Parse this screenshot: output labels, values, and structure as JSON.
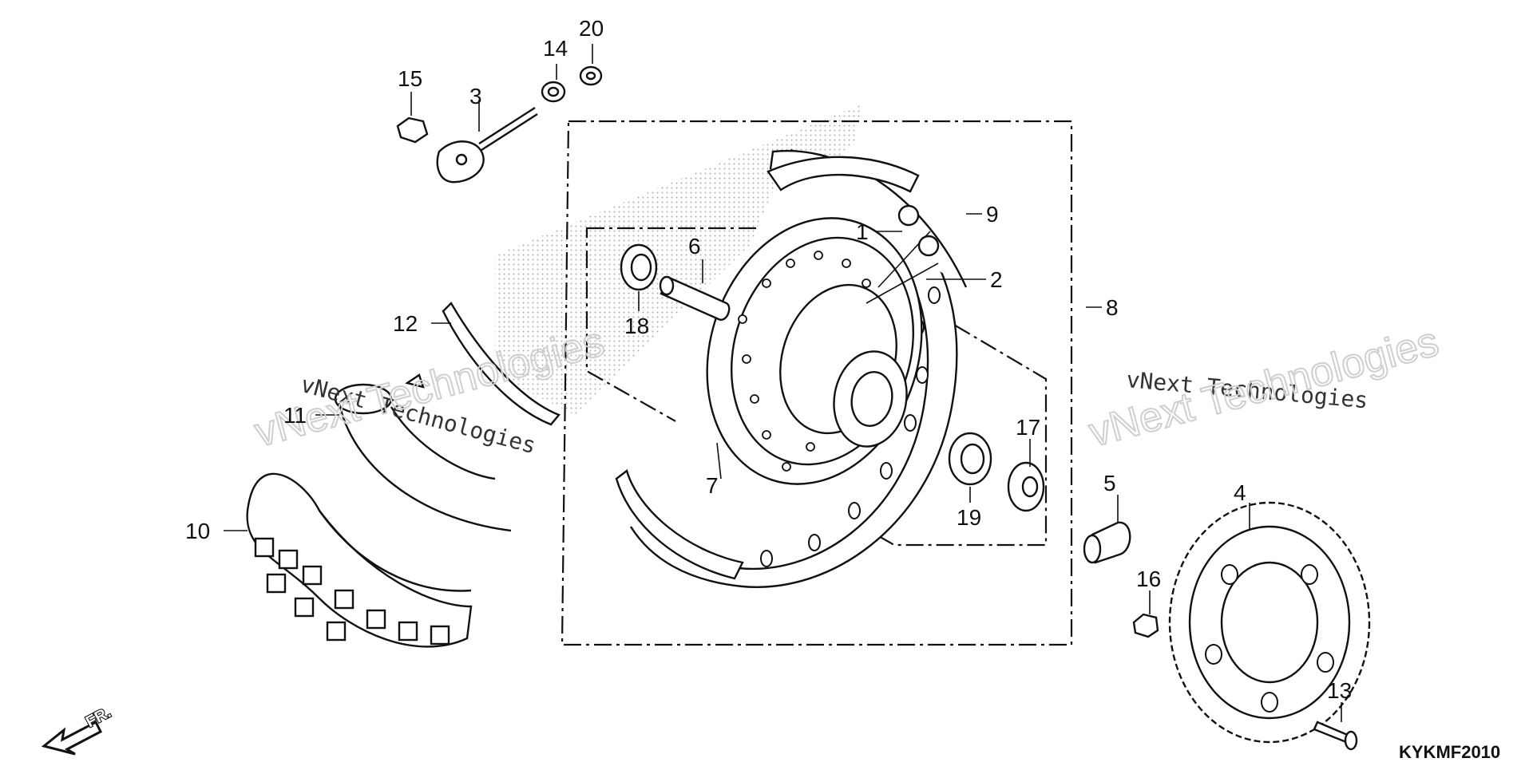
{
  "callouts": {
    "c1": "1",
    "c2": "2",
    "c3": "3",
    "c4": "4",
    "c5": "5",
    "c6": "6",
    "c7": "7",
    "c8": "8",
    "c9": "9",
    "c10": "10",
    "c11": "11",
    "c12": "12",
    "c13": "13",
    "c14": "14",
    "c15": "15",
    "c16": "16",
    "c17": "17",
    "c18": "18",
    "c19": "19",
    "c20": "20"
  },
  "watermarks": {
    "left_line1": "vNext Technologies",
    "left_big": "vNext Technologies",
    "right_line1": "vNext Technologies",
    "right_big": "vNext Technologies"
  },
  "diagram_code": "KYKMF2010",
  "front_arrow_label": "FR."
}
